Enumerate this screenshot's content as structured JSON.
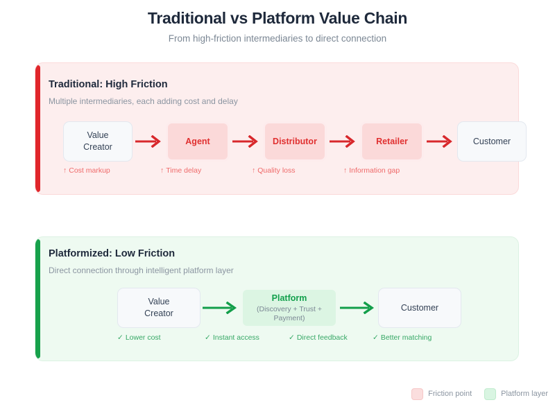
{
  "header": {
    "title": "Traditional vs Platform Value Chain",
    "subtitle": "From high-friction intermediaries to direct connection"
  },
  "panels": [
    {
      "id": "traditional",
      "title": "Traditional: High Friction",
      "subtitle": "Multiple intermediaries, each adding cost and delay",
      "accent_color": "#e0262b",
      "background": "#fdeeee",
      "nodes": [
        {
          "label": "Value\nCreator",
          "line1": "Value",
          "line2": "Creator",
          "type": "endpoint"
        },
        {
          "label": "Agent",
          "type": "friction"
        },
        {
          "label": "Distributor",
          "type": "friction"
        },
        {
          "label": "Retailer",
          "type": "friction"
        },
        {
          "label": "Customer",
          "type": "endpoint"
        }
      ],
      "captions": [
        {
          "mark": "↑",
          "text": "Cost markup"
        },
        {
          "mark": "↑",
          "text": "Time delay"
        },
        {
          "mark": "↑",
          "text": "Quality loss"
        },
        {
          "mark": "↑",
          "text": "Information gap"
        }
      ]
    },
    {
      "id": "platformized",
      "title": "Platformized: Low Friction",
      "subtitle": "Direct connection through intelligent platform layer",
      "accent_color": "#17a14b",
      "background": "#eefaf1",
      "nodes": [
        {
          "line1": "Value",
          "line2": "Creator",
          "type": "endpoint"
        },
        {
          "label": "Platform",
          "sublabel": "(Discovery + Trust + Payment)",
          "type": "platform"
        },
        {
          "label": "Customer",
          "type": "endpoint"
        }
      ],
      "captions": [
        {
          "mark": "✓",
          "text": "Lower cost"
        },
        {
          "mark": "✓",
          "text": "Instant access"
        },
        {
          "mark": "✓",
          "text": "Direct feedback"
        },
        {
          "mark": "✓",
          "text": "Better matching"
        }
      ]
    }
  ],
  "legend": {
    "items": [
      {
        "label": "Friction point",
        "color": "#fbdede"
      },
      {
        "label": "Platform layer",
        "color": "#d9f5e2"
      }
    ]
  }
}
